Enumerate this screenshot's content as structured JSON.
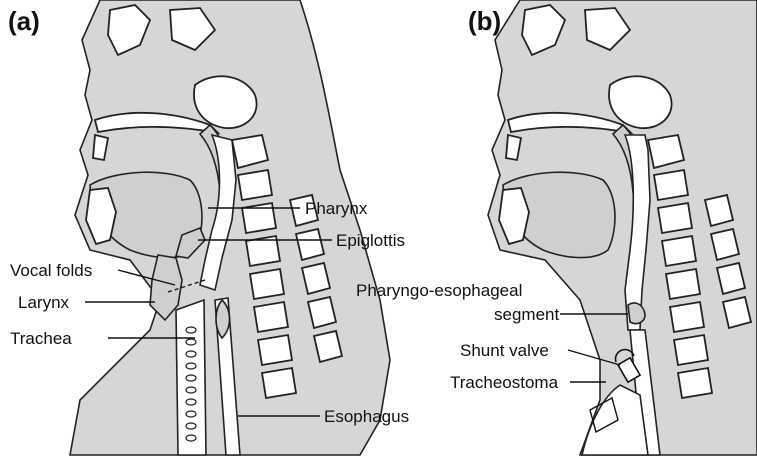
{
  "panels": [
    {
      "letter": "(a)",
      "labels": {
        "pharynx": "Pharynx",
        "epiglottis": "Epiglottis",
        "vocal_folds": "Vocal folds",
        "larynx": "Larynx",
        "trachea": "Trachea",
        "esophagus": "Esophagus"
      }
    },
    {
      "letter": "(b)",
      "labels": {
        "pe_segment_line1": "Pharyngo-esophageal",
        "pe_segment_line2": "segment",
        "shunt_valve": "Shunt valve",
        "tracheostoma": "Tracheostoma"
      }
    }
  ]
}
